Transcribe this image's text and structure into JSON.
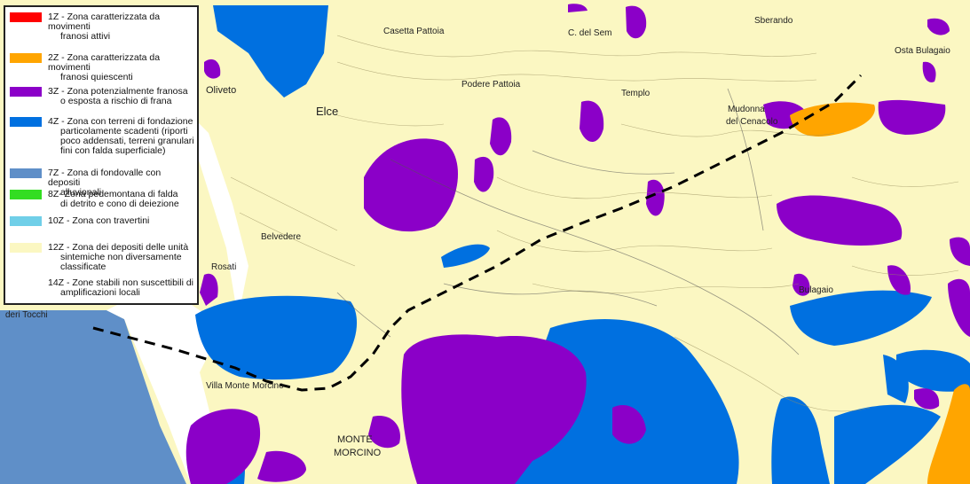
{
  "legend": {
    "items": [
      {
        "code": "1Z",
        "line1": "1Z - Zona caratterizzata da movimenti",
        "line2": "franosi attivi",
        "color": "#ff0000"
      },
      {
        "code": "2Z",
        "line1": "2Z - Zona caratterizzata da  movimenti",
        "line2": "franosi quiescenti",
        "color": "#ffa500"
      },
      {
        "code": "3Z",
        "line1": "3Z - Zona potenzialmente franosa",
        "line2": "o esposta a rischio di frana",
        "color": "#8b00c8"
      },
      {
        "code": "4Z",
        "line1": "4Z - Zona con terreni di fondazione",
        "line2": "particolamente scadenti (riporti poco addensati, terreni granulari fini con falda superficiale)",
        "color": "#0070e0"
      },
      {
        "code": "7Z",
        "line1": "7Z - Zona di fondovalle con depositi",
        "line2": "alluvionali",
        "color": "#5f8fc8"
      },
      {
        "code": "8Z",
        "line1": "8Z- Zona pedemontana di falda",
        "line2": "di detrito e cono di deiezione",
        "color": "#33dd22"
      },
      {
        "code": "10Z",
        "line1": "10Z - Zona con travertini",
        "line2": "",
        "color": "#70cfe8"
      },
      {
        "code": "12Z",
        "line1": "12Z -  Zona dei depositi delle unità",
        "line2": "sintemiche non diversamente classificate",
        "color": "#fbf7c2"
      },
      {
        "code": "14Z",
        "line1": "14Z - Zone stabili non suscettibili di",
        "line2": "amplificazioni locali",
        "color": "#ffffff"
      }
    ]
  },
  "places": {
    "casetta": "Casetta Pattoia",
    "elce": "Elce",
    "oliveto": "Oliveto",
    "podere": "Podere Pattoia",
    "belvedere": "Belvedere",
    "rosati": "Rosati",
    "tocchi": "deri Tocchi",
    "villa": "Villa Monte Morcino",
    "monte": "MONTE",
    "morcino": "MORCINO",
    "mudonna": "Mudonna",
    "cenacoli": "del Cenacolo",
    "bulagaio": "Osta Bulagaio",
    "sberando": "Sberando",
    "templo": "Templo",
    "cdel": "C. del Sem",
    "ellagaio": "Bulagaio"
  },
  "colors": {
    "background_12z": "#fbf7c2",
    "zone_3z": "#8b00c8",
    "zone_4z": "#0070e0",
    "zone_2z": "#ffa500",
    "zone_7z": "#5f8fc8"
  }
}
